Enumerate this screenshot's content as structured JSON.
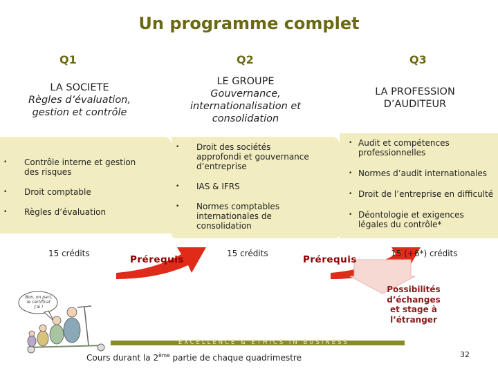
{
  "title": "Un programme complet",
  "quarters": {
    "q1": "Q1",
    "q2": "Q2",
    "q3": "Q3"
  },
  "columns": {
    "c1": {
      "heading": "LA SOCIETE",
      "subtitle": "Règles d’évaluation, gestion et contrôle"
    },
    "c2": {
      "heading": "LE GROUPE",
      "subtitle": "Gouvernance, internationalisation et consolidation"
    },
    "c3": {
      "heading": "LA PROFESSION D’AUDITEUR",
      "subtitle": ""
    }
  },
  "panels": {
    "q1": [
      "Contrôle interne et gestion des risques",
      "Droit comptable",
      "Règles d’évaluation"
    ],
    "q2": [
      "Droit des sociétés approfondi et gouvernance d’entreprise",
      "IAS & IFRS",
      "Normes comptables internationales de consolidation"
    ],
    "q3": [
      "Audit et compétences professionnelles",
      "Normes d’audit internationales",
      "Droit de l’entreprise en difficulté",
      "Déontologie et exigences légales du contrôle*"
    ]
  },
  "bullet_glyph": "•",
  "credits": {
    "q1": "15 crédits",
    "q2": "15 crédits",
    "q3": "15 (+6*) crédits"
  },
  "prerequis": {
    "a": "Prérequis",
    "b": "Prérequis"
  },
  "possibilites": [
    "Possibilités",
    "d’échanges",
    "et stage à",
    "l’étranger"
  ],
  "cartoon_bubble": [
    "Bon, on part,",
    "le certificat",
    "j'ai !"
  ],
  "tagline": "EXCELLENCE & ETHICS IN BUSINESS",
  "footer": {
    "before": "Cours durant la 2",
    "sup": "ème",
    "after": " partie de chaque quadrimestre"
  },
  "page_number": "32",
  "colors": {
    "accent": "#6a6a14",
    "panel": "#f2edc0",
    "arrow": "#e02a1a",
    "prereq": "#8b0000"
  }
}
